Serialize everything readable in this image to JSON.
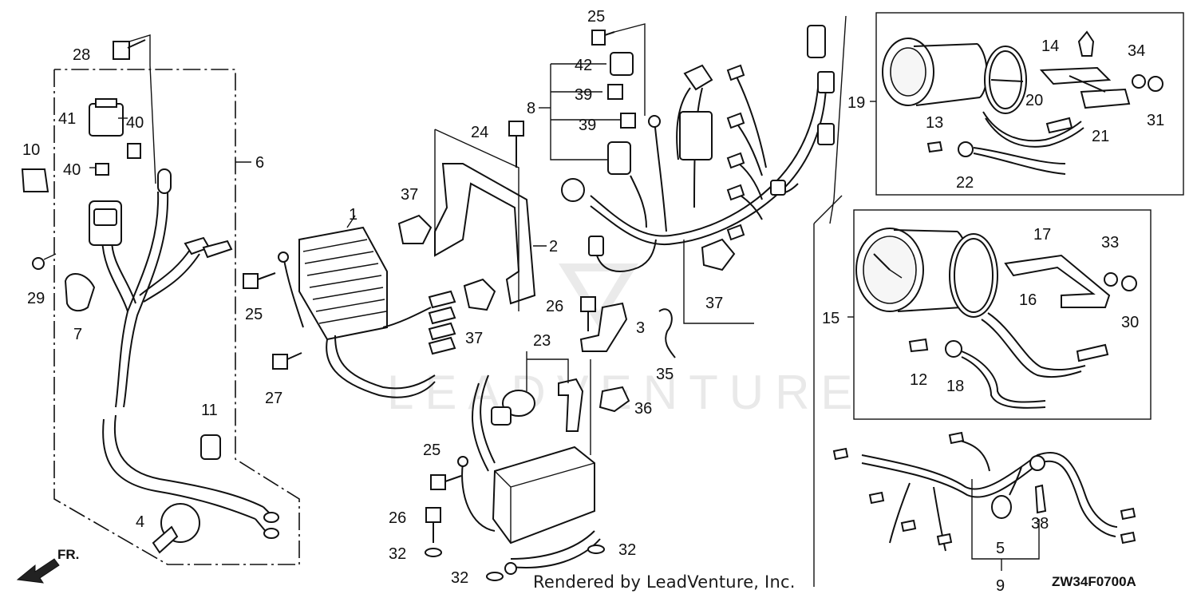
{
  "watermark": "LEADVENTURE",
  "footer": {
    "rendered_by": "Rendered by LeadVenture, Inc.",
    "diagram_code": "ZW34F0700A"
  },
  "direction_label": "FR.",
  "callouts": [
    {
      "id": "c1",
      "text": "1"
    },
    {
      "id": "c2",
      "text": "2"
    },
    {
      "id": "c3",
      "text": "3"
    },
    {
      "id": "c4",
      "text": "4"
    },
    {
      "id": "c5",
      "text": "5"
    },
    {
      "id": "c6",
      "text": "6"
    },
    {
      "id": "c7",
      "text": "7"
    },
    {
      "id": "c8",
      "text": "8"
    },
    {
      "id": "c9",
      "text": "9"
    },
    {
      "id": "c10",
      "text": "10"
    },
    {
      "id": "c11",
      "text": "11"
    },
    {
      "id": "c12",
      "text": "12"
    },
    {
      "id": "c13",
      "text": "13"
    },
    {
      "id": "c14",
      "text": "14"
    },
    {
      "id": "c15",
      "text": "15"
    },
    {
      "id": "c16",
      "text": "16"
    },
    {
      "id": "c17",
      "text": "17"
    },
    {
      "id": "c18",
      "text": "18"
    },
    {
      "id": "c19",
      "text": "19"
    },
    {
      "id": "c20",
      "text": "20"
    },
    {
      "id": "c21",
      "text": "21"
    },
    {
      "id": "c22",
      "text": "22"
    },
    {
      "id": "c23",
      "text": "23"
    },
    {
      "id": "c24",
      "text": "24"
    },
    {
      "id": "c25a",
      "text": "25"
    },
    {
      "id": "c25b",
      "text": "25"
    },
    {
      "id": "c25c",
      "text": "25"
    },
    {
      "id": "c26a",
      "text": "26"
    },
    {
      "id": "c26b",
      "text": "26"
    },
    {
      "id": "c27",
      "text": "27"
    },
    {
      "id": "c28",
      "text": "28"
    },
    {
      "id": "c29",
      "text": "29"
    },
    {
      "id": "c30",
      "text": "30"
    },
    {
      "id": "c31",
      "text": "31"
    },
    {
      "id": "c32a",
      "text": "32"
    },
    {
      "id": "c32b",
      "text": "32"
    },
    {
      "id": "c32c",
      "text": "32"
    },
    {
      "id": "c33",
      "text": "33"
    },
    {
      "id": "c34",
      "text": "34"
    },
    {
      "id": "c35",
      "text": "35"
    },
    {
      "id": "c36",
      "text": "36"
    },
    {
      "id": "c37a",
      "text": "37"
    },
    {
      "id": "c37b",
      "text": "37"
    },
    {
      "id": "c37c",
      "text": "37"
    },
    {
      "id": "c38",
      "text": "38"
    },
    {
      "id": "c39a",
      "text": "39"
    },
    {
      "id": "c39b",
      "text": "39"
    },
    {
      "id": "c40a",
      "text": "40"
    },
    {
      "id": "c40b",
      "text": "40"
    },
    {
      "id": "c41",
      "text": "41"
    },
    {
      "id": "c42",
      "text": "42"
    }
  ]
}
